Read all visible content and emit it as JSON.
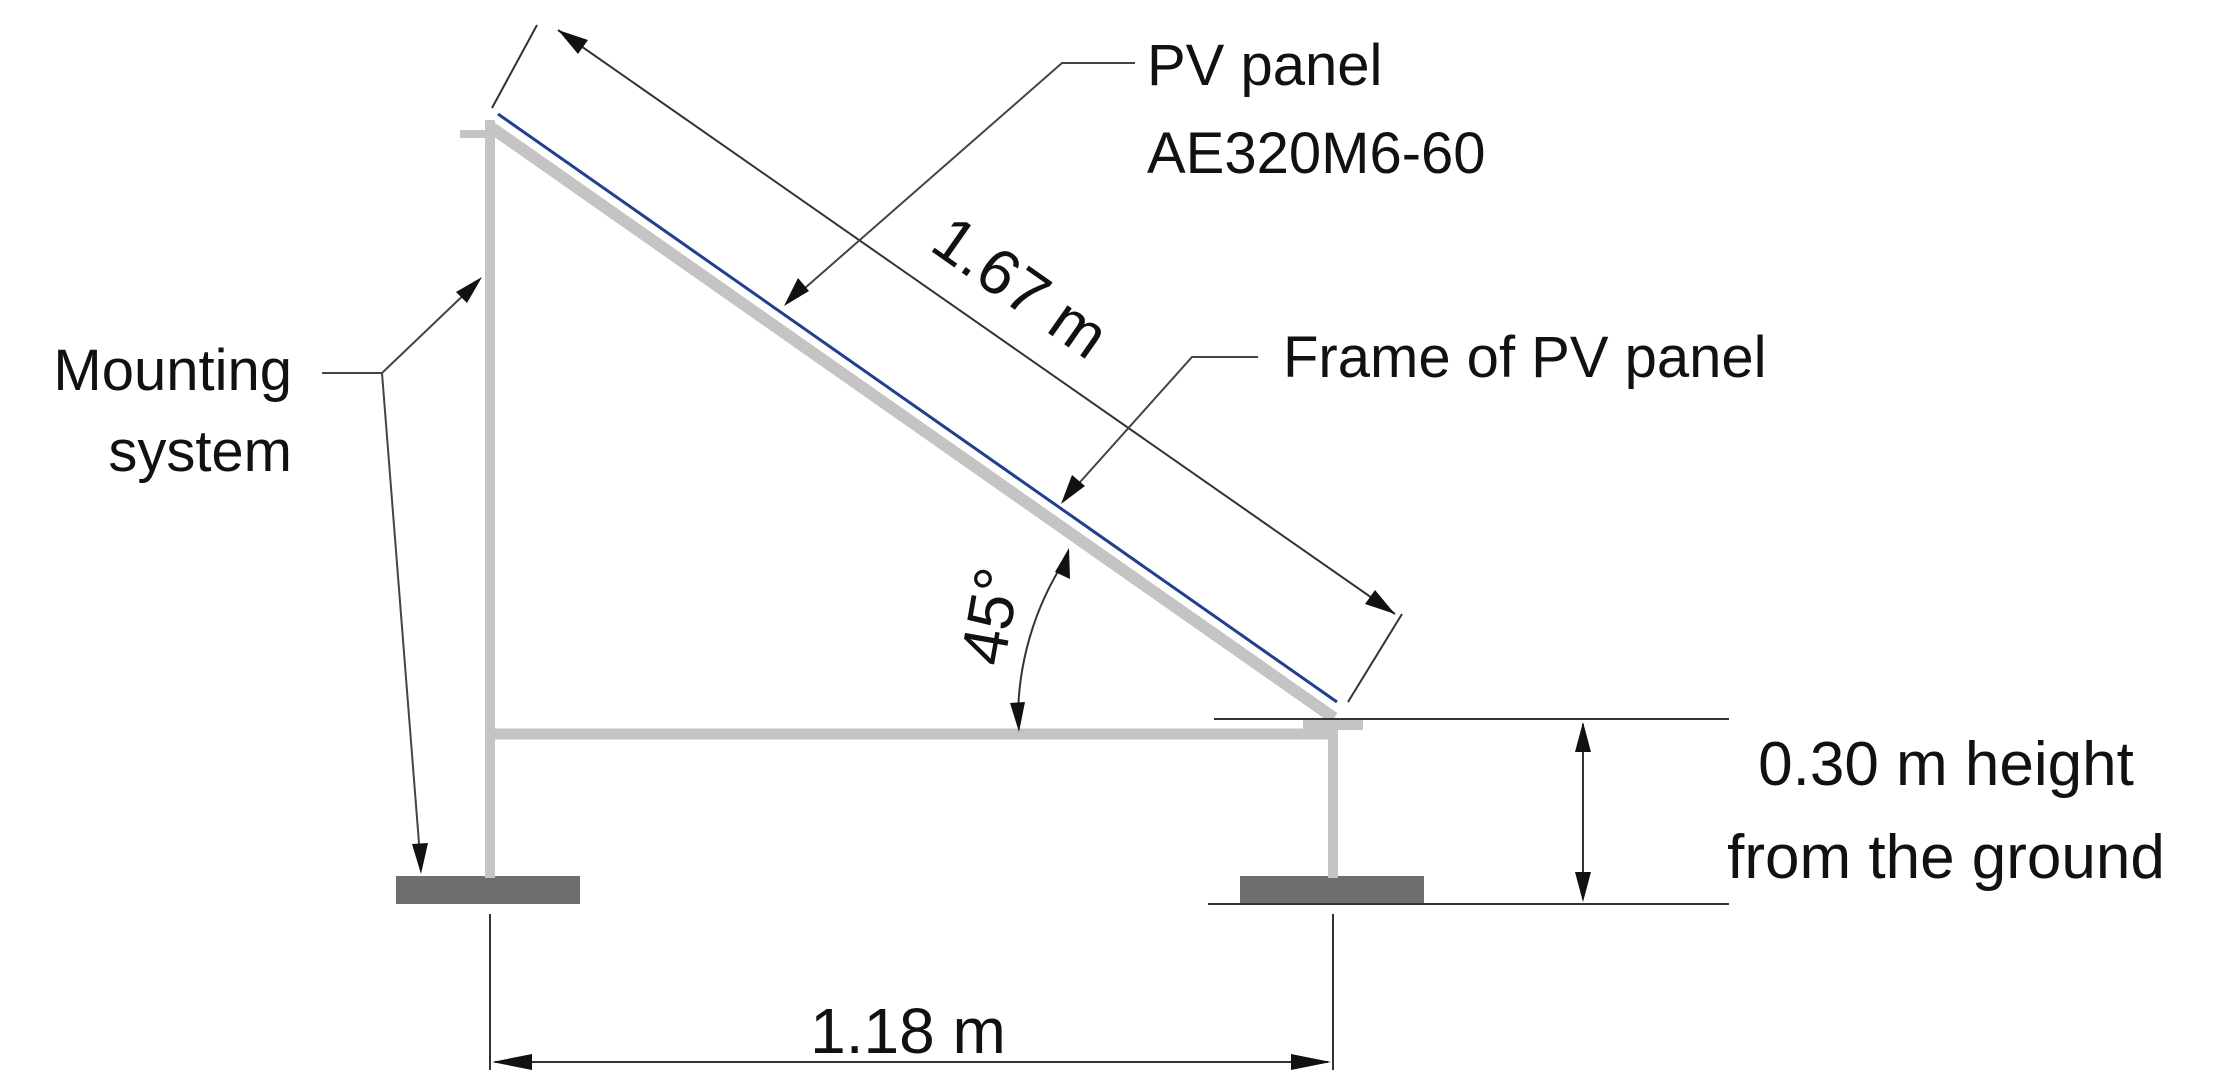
{
  "labels": {
    "pv_panel_line1": "PV panel",
    "pv_panel_line2": "AE320M6-60",
    "panel_length": "1.67 m",
    "frame_label": "Frame of PV panel",
    "mounting_line1": "Mounting",
    "mounting_line2": "system",
    "tilt_angle": "45°",
    "height_line1": "0.30 m height",
    "height_line2": "from the ground",
    "base_width": "1.18 m"
  },
  "colors": {
    "panel": "#1f3f8f",
    "frame": "#c4c4c4",
    "footing": "#6e6e6e",
    "lines": "#333333",
    "text": "#111111"
  }
}
